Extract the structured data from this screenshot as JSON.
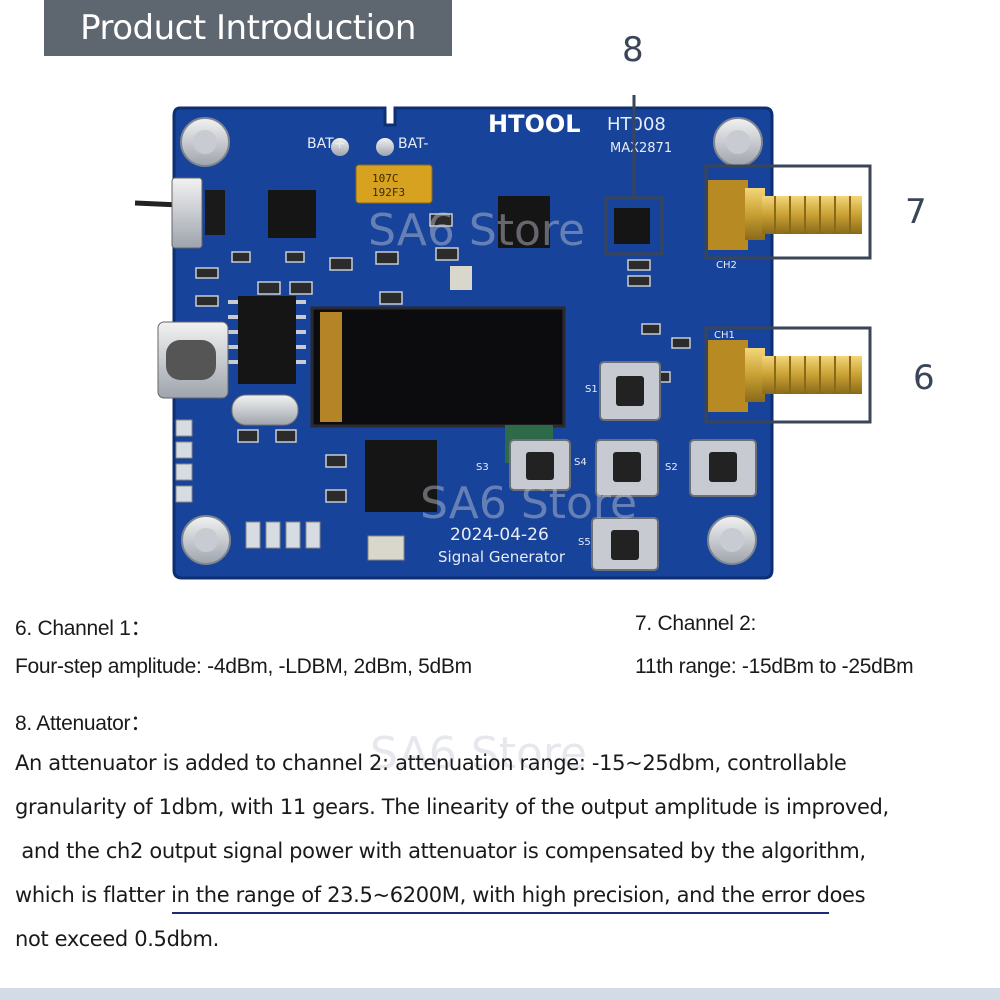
{
  "header": {
    "title": "Product Introduction"
  },
  "board": {
    "brand": "HTOOL",
    "model": "HT008",
    "chip": "MAX2871",
    "date": "2024-04-26",
    "board_name": "Signal Generator",
    "bat_plus": "BAT+",
    "bat_minus": "BAT-",
    "port_ch1": "CH1",
    "port_ch2": "CH2",
    "capacitor_label_1": "107C",
    "capacitor_label_2": "192F3",
    "button_labels": [
      "S1",
      "S2",
      "S3",
      "S4",
      "S5"
    ],
    "colors": {
      "pcb": "#17439a",
      "pcb_dark": "#0e2f72",
      "gold": "#c9a033",
      "silkscreen": "#e8ecf5"
    }
  },
  "callouts": {
    "c8": "8",
    "c7": "7",
    "c6": "6",
    "box_color": "#3a4658"
  },
  "watermark": "SA6 Store",
  "sections": {
    "ch1_heading": "6. Channel 1：",
    "ch1_text": "Four-step amplitude: -4dBm, -LDBM, 2dBm, 5dBm",
    "ch2_heading": "7. Channel 2:",
    "ch2_text": "11th range: -15dBm to -25dBm",
    "att_heading": "8. Attenuator：",
    "att_lines": [
      "An attenuator is added to channel 2: attenuation range: -15~25dbm, controllable",
      "granularity of 1dbm, with 11 gears. The linearity of the output amplitude is improved,",
      " and the ch2 output signal power with attenuator is compensated by the algorithm,",
      "which is flatter in the range of 23.5~6200M, with high precision, and the error does",
      "not exceed 0.5dbm."
    ]
  }
}
